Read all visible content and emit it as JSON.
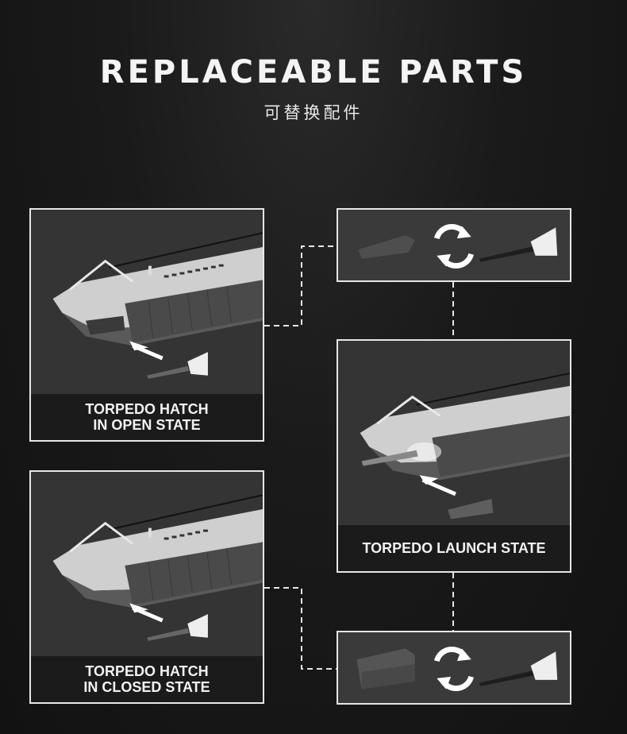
{
  "header": {
    "title": "REPLACEABLE PARTS",
    "subtitle": "可替换配件"
  },
  "panels": {
    "open": {
      "caption_line1": "TORPEDO HATCH",
      "caption_line2": "IN OPEN STATE"
    },
    "closed": {
      "caption_line1": "TORPEDO HATCH",
      "caption_line2": "IN CLOSED STATE"
    },
    "launch": {
      "caption": "TORPEDO LAUNCH STATE"
    }
  },
  "icons": {
    "swap": "swap-arrows-icon",
    "arrow": "pointer-arrow-icon"
  },
  "colors": {
    "background": "#1a1a1a",
    "panel_border": "#e6e6e6",
    "caption_bg": "#1b1b1b",
    "hull_light": "#d8d8d8",
    "hull_dark": "#4a4a4a"
  }
}
